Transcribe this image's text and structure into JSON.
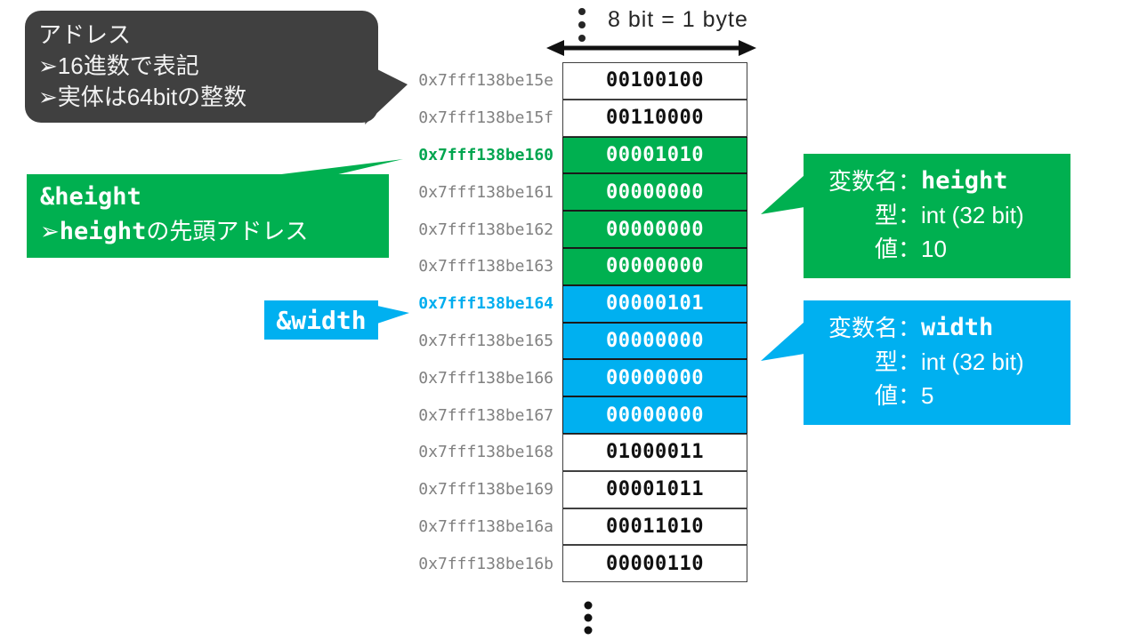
{
  "colors": {
    "green": "#00B050",
    "blue": "#00B0F0",
    "dark_gray": "#404040",
    "address_gray": "#808080"
  },
  "ruler": {
    "label": "8 bit = 1 byte"
  },
  "callouts": {
    "address_note": {
      "title": "アドレス",
      "bullets": [
        "➢16進数で表記",
        "➢実体は64bitの整数"
      ]
    },
    "height_pointer": {
      "title": "&height",
      "bullet_prefix": "➢",
      "bullet_mono": "height",
      "bullet_rest": "の先頭アドレス"
    },
    "width_pointer": {
      "label": "&width"
    },
    "var_height": {
      "rows": [
        {
          "label": "変数名：",
          "value": "height"
        },
        {
          "label": "型：",
          "value": "int (32 bit)"
        },
        {
          "label": "値：",
          "value": "10"
        }
      ]
    },
    "var_width": {
      "rows": [
        {
          "label": "変数名：",
          "value": "width"
        },
        {
          "label": "型：",
          "value": "int (32 bit)"
        },
        {
          "label": "値：",
          "value": "5"
        }
      ]
    }
  },
  "memory": {
    "rows": [
      {
        "address": "0x7fff138be15e",
        "value": "00100100",
        "fill": "plain",
        "addr_style": "plain"
      },
      {
        "address": "0x7fff138be15f",
        "value": "00110000",
        "fill": "plain",
        "addr_style": "plain"
      },
      {
        "address": "0x7fff138be160",
        "value": "00001010",
        "fill": "green",
        "addr_style": "green"
      },
      {
        "address": "0x7fff138be161",
        "value": "00000000",
        "fill": "green",
        "addr_style": "plain"
      },
      {
        "address": "0x7fff138be162",
        "value": "00000000",
        "fill": "green",
        "addr_style": "plain"
      },
      {
        "address": "0x7fff138be163",
        "value": "00000000",
        "fill": "green",
        "addr_style": "plain"
      },
      {
        "address": "0x7fff138be164",
        "value": "00000101",
        "fill": "blue",
        "addr_style": "blue"
      },
      {
        "address": "0x7fff138be165",
        "value": "00000000",
        "fill": "blue",
        "addr_style": "plain"
      },
      {
        "address": "0x7fff138be166",
        "value": "00000000",
        "fill": "blue",
        "addr_style": "plain"
      },
      {
        "address": "0x7fff138be167",
        "value": "00000000",
        "fill": "blue",
        "addr_style": "plain"
      },
      {
        "address": "0x7fff138be168",
        "value": "01000011",
        "fill": "plain",
        "addr_style": "plain"
      },
      {
        "address": "0x7fff138be169",
        "value": "00001011",
        "fill": "plain",
        "addr_style": "plain"
      },
      {
        "address": "0x7fff138be16a",
        "value": "00011010",
        "fill": "plain",
        "addr_style": "plain"
      },
      {
        "address": "0x7fff138be16b",
        "value": "00000110",
        "fill": "plain",
        "addr_style": "plain"
      }
    ]
  }
}
